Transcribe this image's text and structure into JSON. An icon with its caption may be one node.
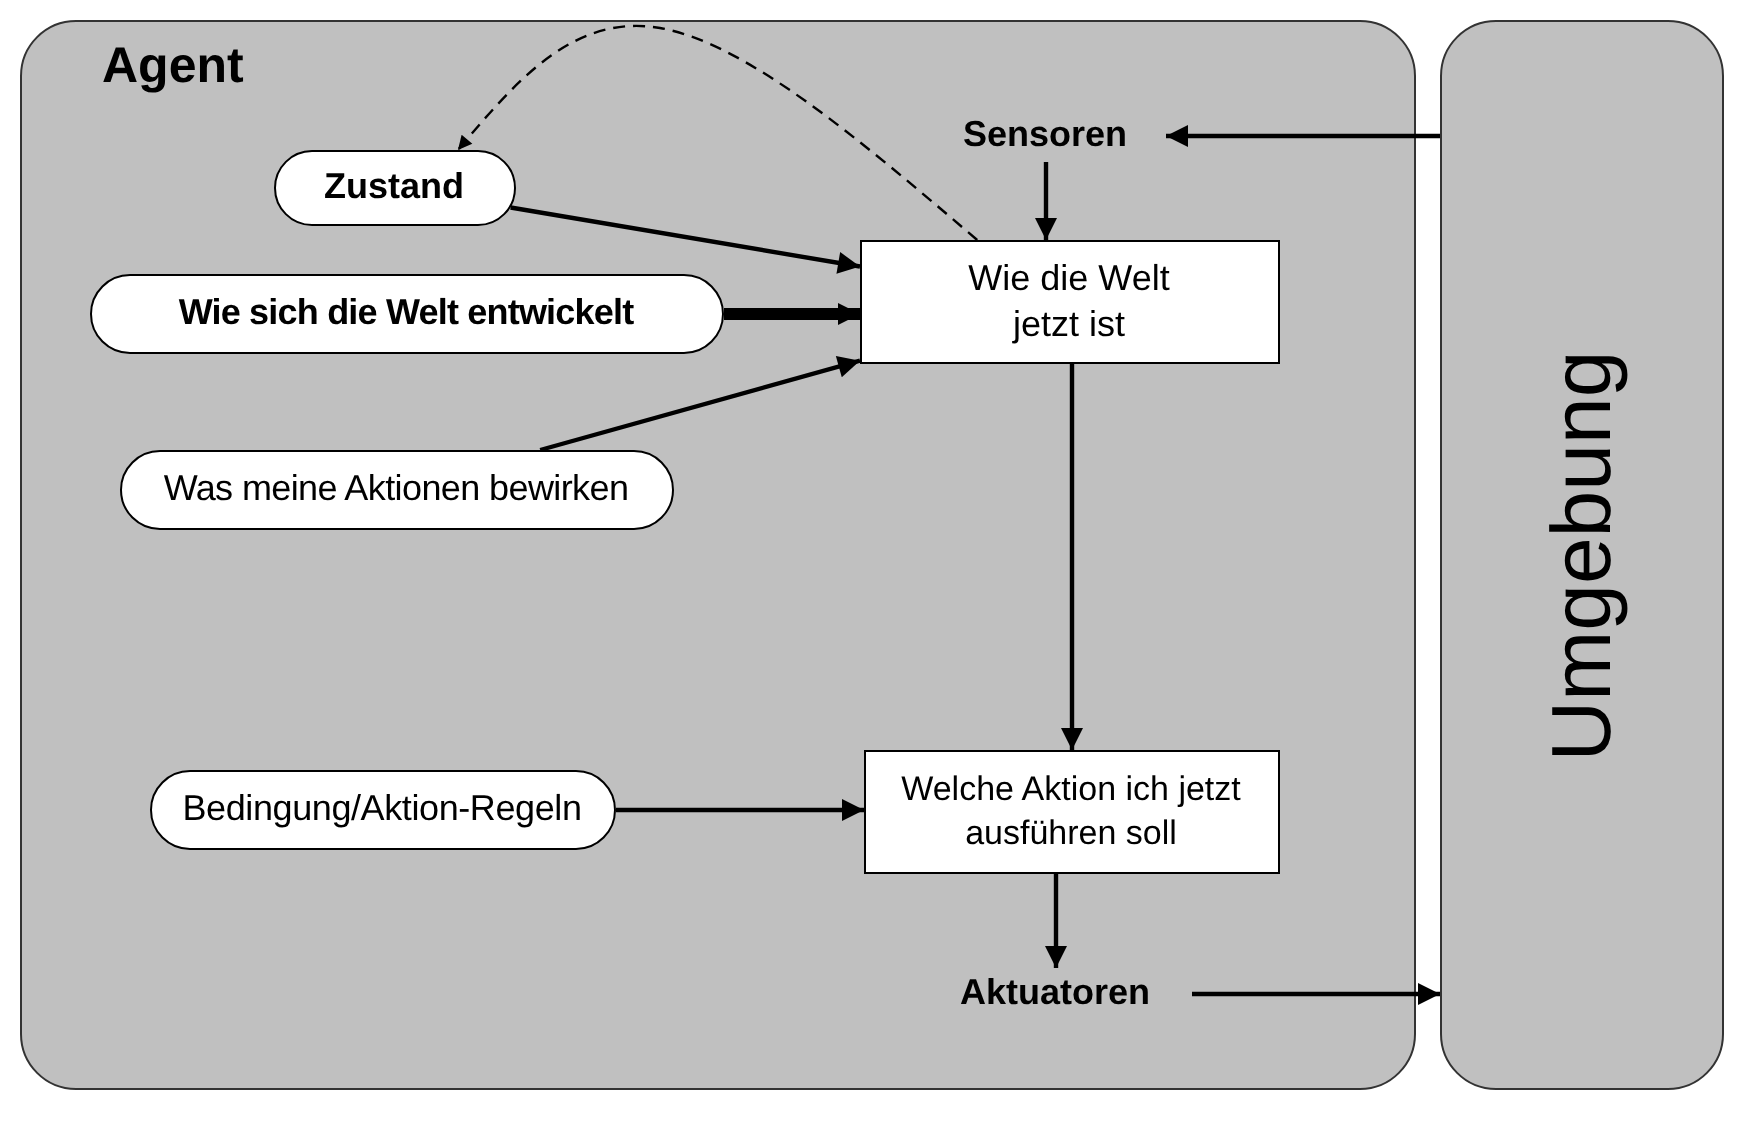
{
  "diagram": {
    "nodes": [
      {
        "text": [
          "Agent"
        ]
      },
      {
        "text": [
          "Umgebung"
        ]
      },
      {
        "text": [
          "Sensoren"
        ],
        "in": 0
      },
      {
        "text": [
          "Zustand"
        ],
        "in": 0
      },
      {
        "text": [
          "Wie sich die Welt entwickelt"
        ],
        "in": 0
      },
      {
        "text": [
          "Was meine Aktionen bewirken"
        ],
        "in": 0
      },
      {
        "text": [
          "Wie die Welt jetzt ist"
        ],
        "in": 0
      },
      {
        "text": [
          "Bedingung/Aktion-Regeln"
        ],
        "in": 0
      },
      {
        "text": [
          "Welche Aktion ich jetzt ausführen soll"
        ],
        "in": 0
      },
      {
        "text": [
          "Aktuatoren"
        ],
        "in": 0
      }
    ],
    "edges": [
      {
        "from": 1,
        "to": 2,
        "arrow": "to"
      },
      {
        "from": 2,
        "to": 6,
        "arrow": "to"
      },
      {
        "from": 3,
        "to": 6,
        "arrow": "to"
      },
      {
        "from": 4,
        "to": 6,
        "arrow": "to",
        "style": "thick"
      },
      {
        "from": 5,
        "to": 6,
        "arrow": "to"
      },
      {
        "from": 6,
        "to": 3,
        "arrow": "to",
        "style": "dashed"
      },
      {
        "from": 6,
        "to": 8,
        "arrow": "to"
      },
      {
        "from": 7,
        "to": 8,
        "arrow": "to"
      },
      {
        "from": 8,
        "to": 9,
        "arrow": "to"
      },
      {
        "from": 9,
        "to": 1,
        "arrow": "to"
      }
    ]
  }
}
